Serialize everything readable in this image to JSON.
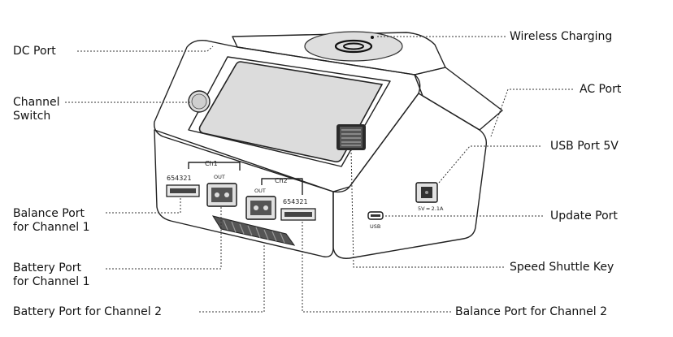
{
  "labels": {
    "dc_port": "DC Port",
    "channel_switch_l1": "Channel",
    "channel_switch_l2": "Switch",
    "balance_ch1_l1": "Balance Port",
    "balance_ch1_l2": "for Channel 1",
    "battery_ch1_l1": "Battery Port",
    "battery_ch1_l2": "for Channel 1",
    "battery_ch2": "Battery Port for Channel 2",
    "wireless_charging": "Wireless Charging",
    "ac_port": "AC Port",
    "usb_port": "USB Port 5V",
    "update_port": "Update Port",
    "speed_shuttle_key": "Speed Shuttle Key",
    "balance_ch2": "Balance Port for Channel 2"
  },
  "device_markings": {
    "ch1": "Ch1",
    "ch2": "Ch2",
    "out": "OUT",
    "pins": "654321",
    "usb": "USB",
    "usb_rating": "5V ═ 2.1A"
  }
}
